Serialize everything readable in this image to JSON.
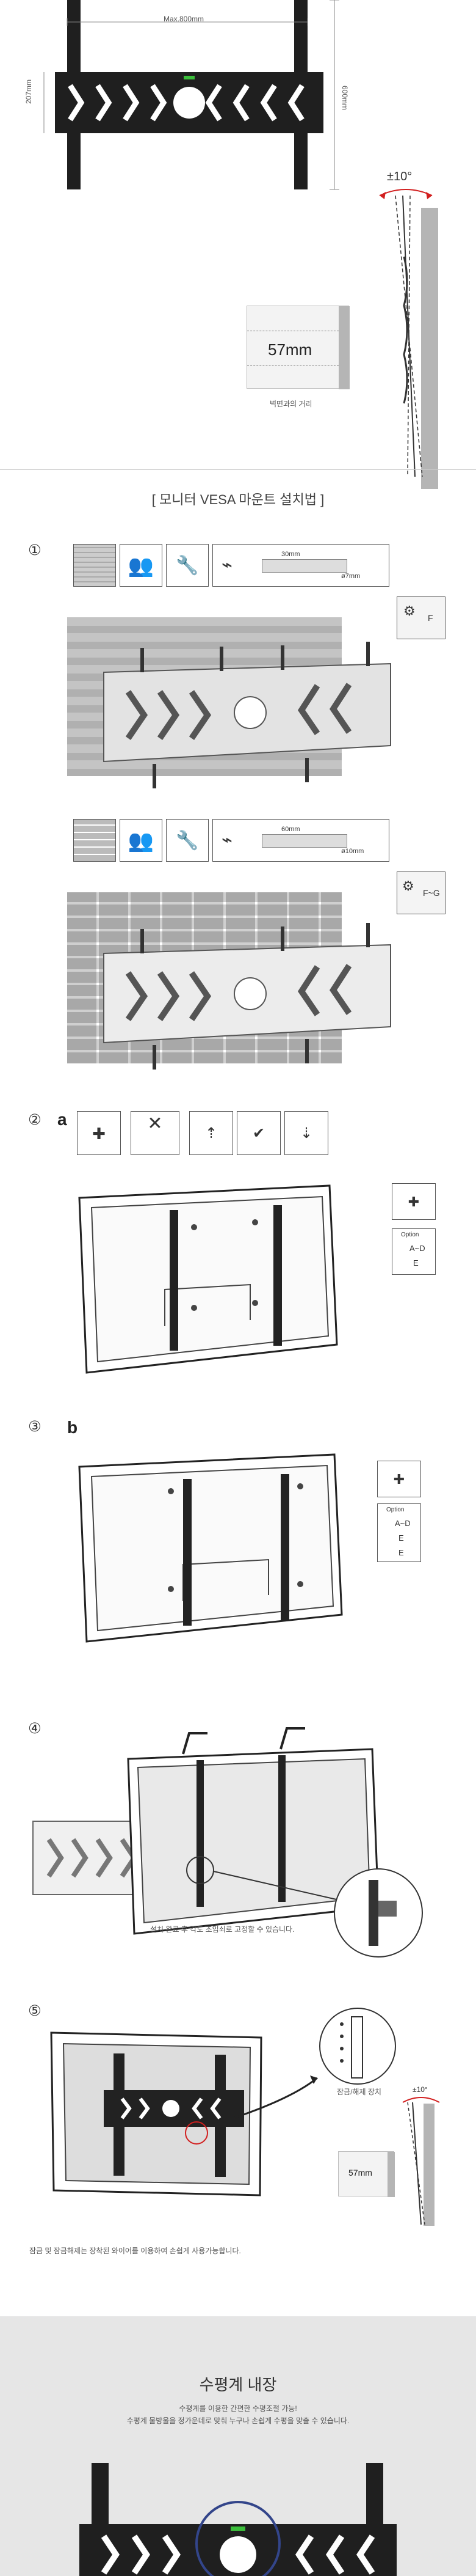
{
  "header": {
    "max_width_label": "Max.800mm",
    "left_height_label": "207mm",
    "right_height_label": "600mm",
    "tilt_label": "±10°",
    "wall_distance_value": "57mm",
    "wall_distance_caption": "벽면과의 거리"
  },
  "section_title": "[ 모니터 VESA 마운트 설치법 ]",
  "step1": {
    "number": "①",
    "wood_depth": "30mm",
    "wood_drill": "ø7mm",
    "brick_depth": "60mm",
    "brick_drill": "ø10mm",
    "wood_parts": "F",
    "brick_parts": "F~G"
  },
  "step2": {
    "number": "②",
    "variant": "a",
    "option_label": "Option",
    "parts": [
      "A~D",
      "E"
    ]
  },
  "step3": {
    "number": "③",
    "variant": "b",
    "option_label": "Option",
    "parts": [
      "A~D",
      "E",
      "E"
    ]
  },
  "step4": {
    "number": "④",
    "caption": "설치 완료 후 각도 조임쇠로 고정할 수 있습니다."
  },
  "step5": {
    "number": "⑤",
    "lock_caption": "잠금/해제 장치",
    "tilt_label": "±10°",
    "distance_label": "57mm",
    "caption": "잠금 및 잠금해제는 장착된 와이어를 이용하여 손쉽게 사용가능합니다."
  },
  "level": {
    "title": "수평계 내장",
    "desc_line1": "수평계를 이용한 간편한 수평조절 가능!",
    "desc_line2": "수평계 물방울을 정가운데로 맞춰 누구나 손쉽게 수평을 맞출 수 있습니다."
  },
  "colors": {
    "accent_green": "#3bbf3b",
    "bracket_black": "#1f1f1f",
    "wall_gray": "#b5b5b5",
    "band_gray": "#e6e6e6",
    "circle_blue": "#33458a"
  }
}
